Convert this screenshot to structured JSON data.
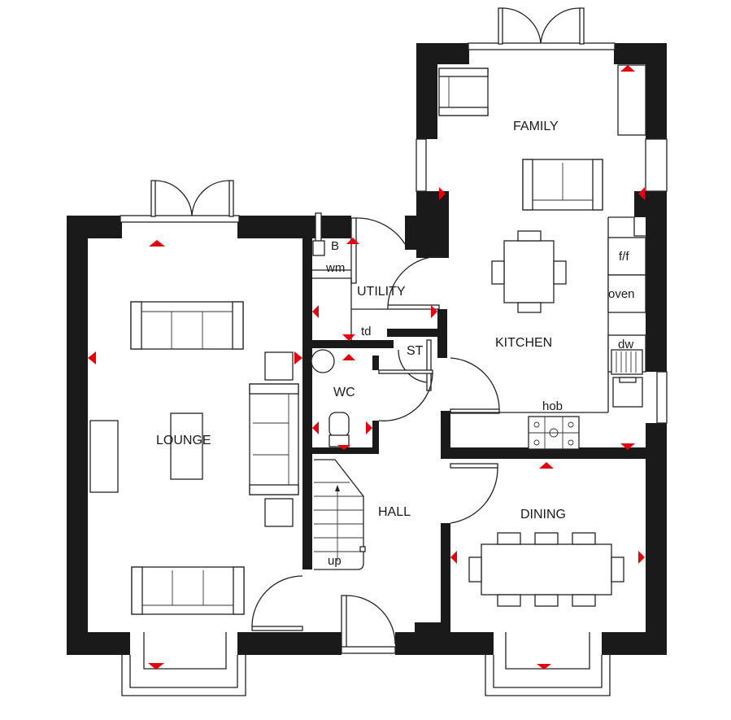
{
  "plan": {
    "type": "ground floor plan",
    "colors": {
      "wall": "#1a1a1a",
      "marker": "#e3000f",
      "background": "#ffffff"
    }
  },
  "rooms": {
    "family": "FAMILY",
    "kitchen": "KITCHEN",
    "utility": "UTILITY",
    "lounge": "LOUNGE",
    "wc": "WC",
    "hall": "HALL",
    "dining": "DINING",
    "store": "ST"
  },
  "fixtures": {
    "boiler": "B",
    "washing_machine": "wm",
    "tumble_dryer": "td",
    "fridge_freezer": "f/f",
    "oven": "oven",
    "dishwasher": "dw",
    "hob": "hob",
    "stairs": "up"
  }
}
